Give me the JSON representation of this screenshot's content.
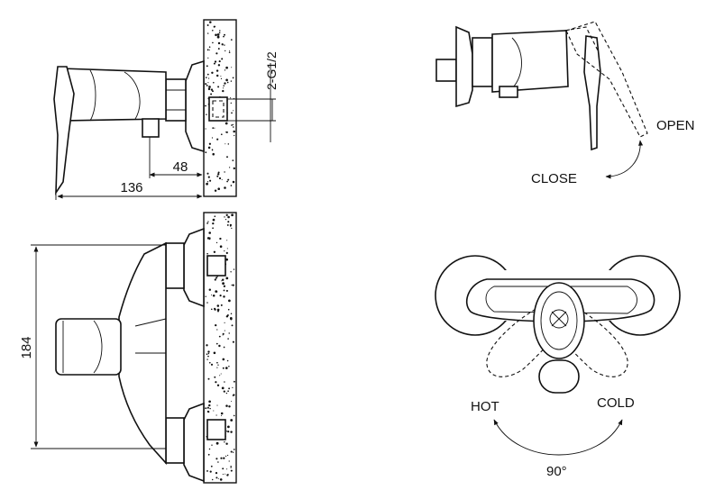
{
  "dimensions": {
    "thread": "2-G1/2",
    "depth_48": "48",
    "depth_136": "136",
    "height_184": "184"
  },
  "labels": {
    "open": "OPEN",
    "close": "CLOSE",
    "hot": "HOT",
    "cold": "COLD",
    "angle": "90°"
  }
}
